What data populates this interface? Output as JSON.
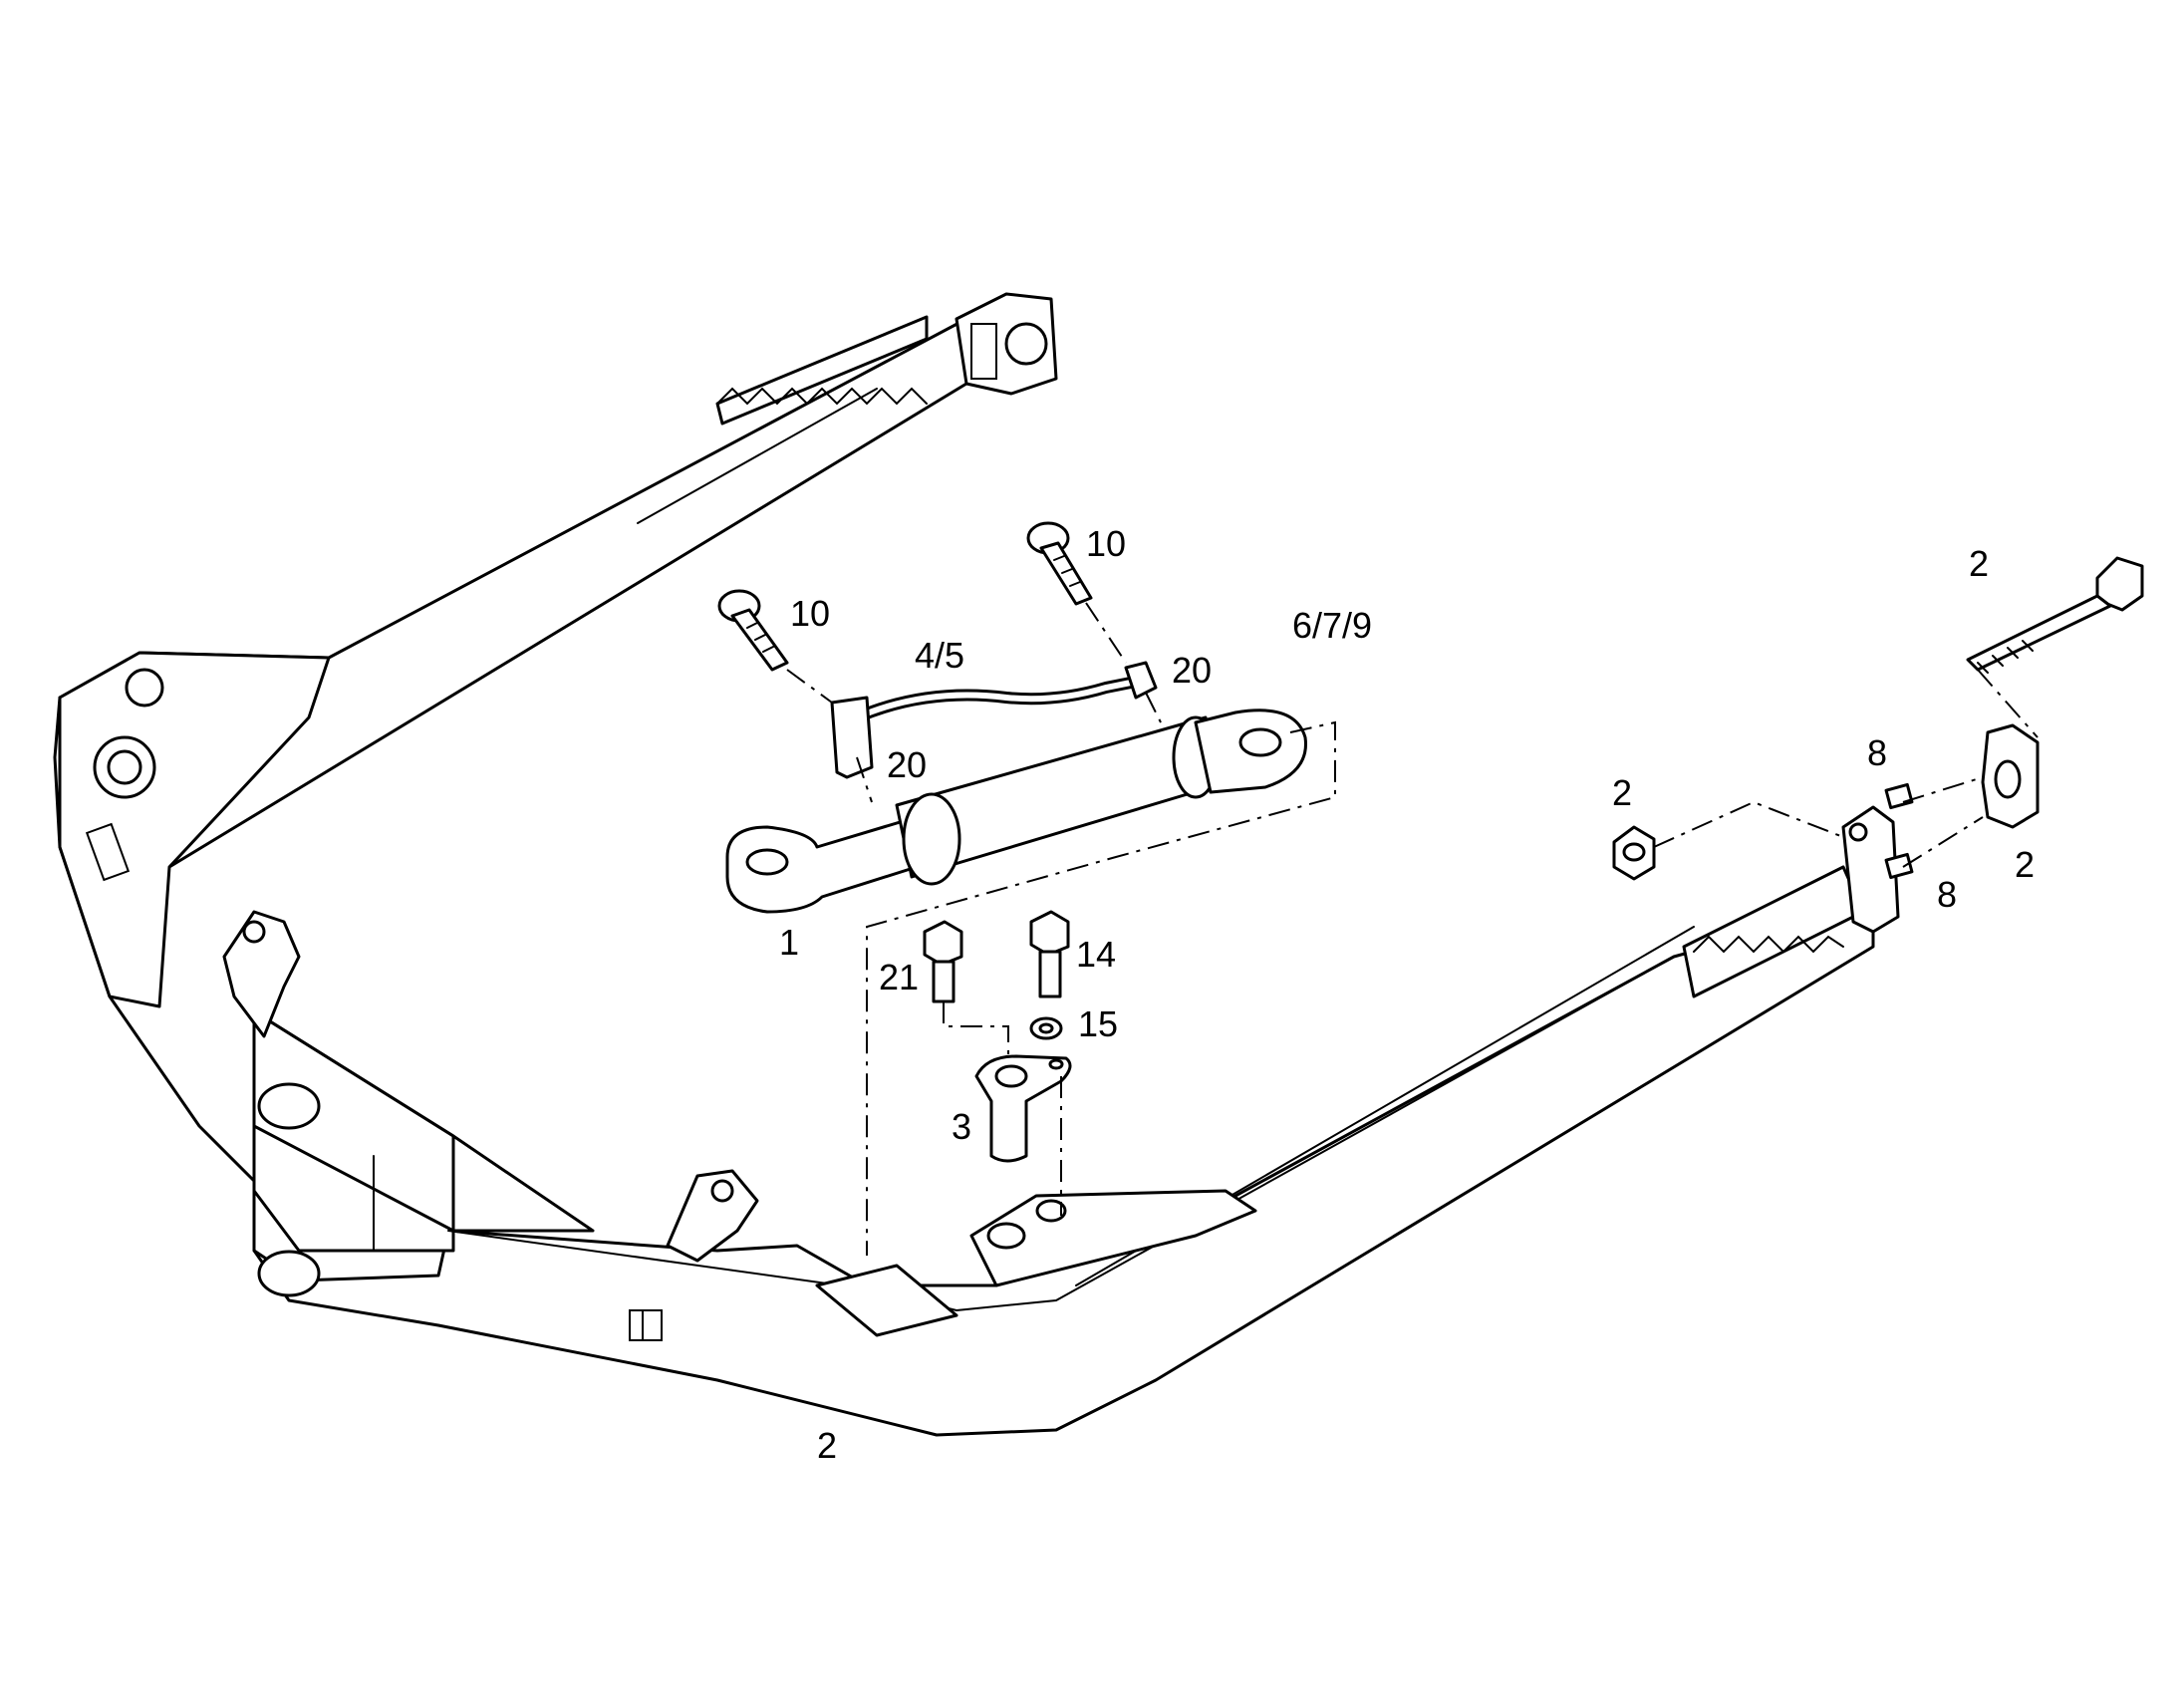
{
  "callouts": {
    "bolt_10_a": "10",
    "bolt_10_b": "10",
    "pipe_4_5": "4/5",
    "cylinder_6_7_9": "6/7/9",
    "ring_20_upper": "20",
    "ring_20_lower": "20",
    "cylinder_1": "1",
    "bolt_21": "21",
    "bolt_14": "14",
    "washer_15": "15",
    "pin_3": "3",
    "frame_2_bottom": "2",
    "nut_2": "2",
    "bolt_2_long": "2",
    "cap_2": "2",
    "clip_8_upper": "8",
    "clip_8_lower": "8"
  },
  "colors": {
    "line": "#000000",
    "background": "#ffffff"
  }
}
